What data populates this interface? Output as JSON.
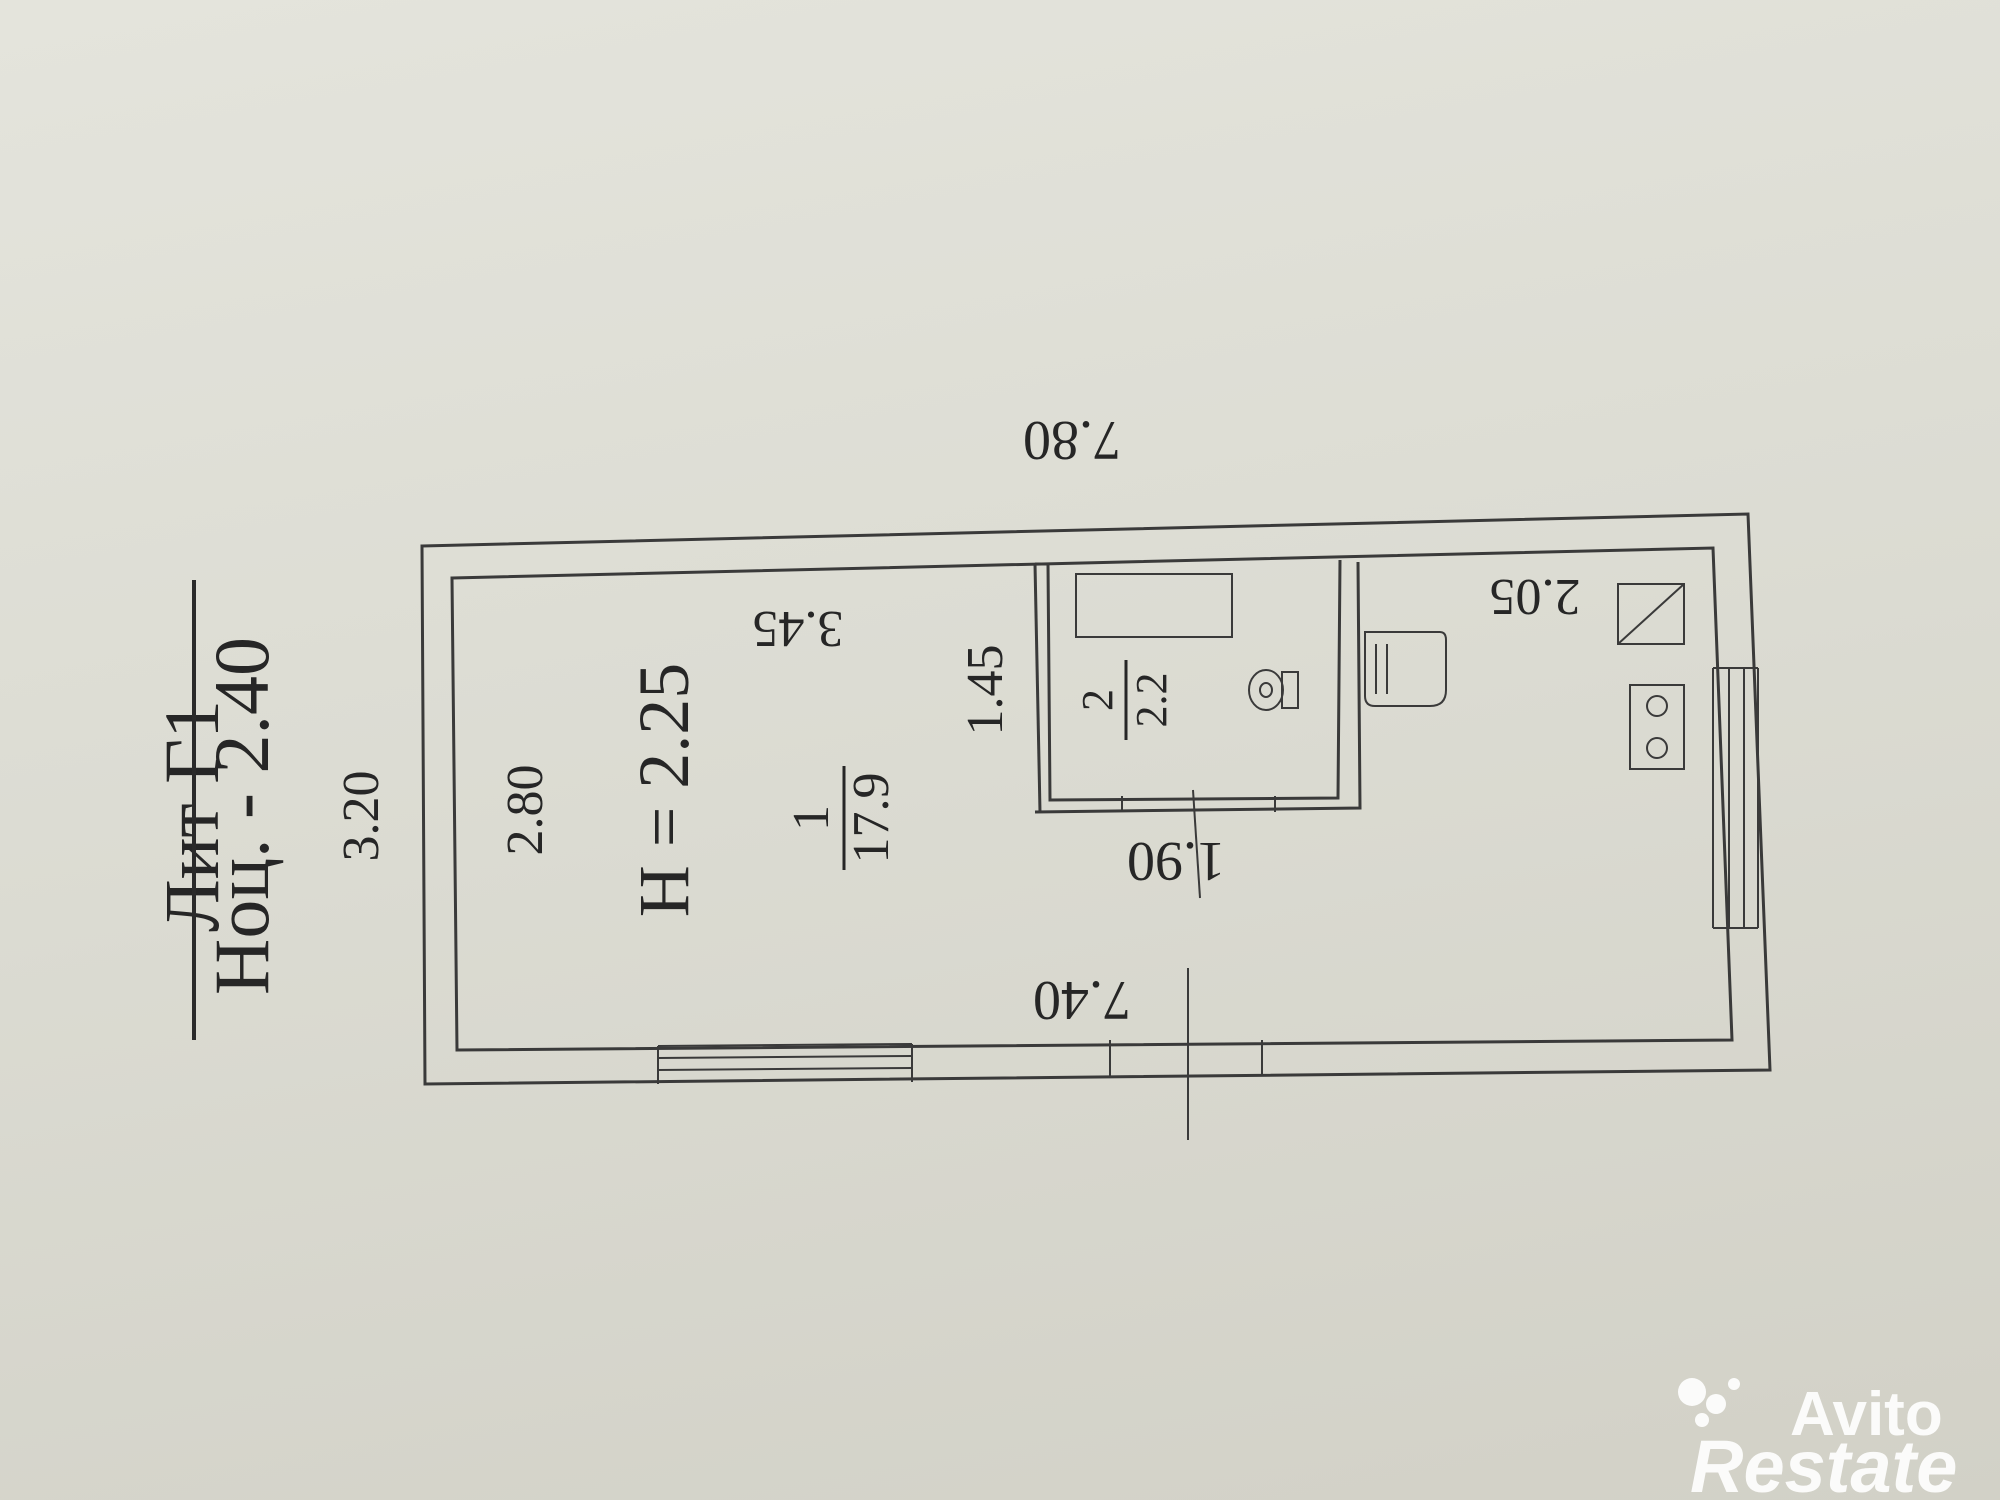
{
  "title": {
    "lit": "Лит Г1",
    "level": "Ноц. - 2.40"
  },
  "dimensions": {
    "outer_width": "3.20",
    "outer_length_top": "7.80",
    "inner_length": "7.40",
    "room_width": "2.80",
    "room_segment": "3.45",
    "bath_width": "1.45",
    "bath_length": "1.90",
    "kitchen_segment": "2.05"
  },
  "rooms": [
    {
      "number": "1",
      "area": "17.9"
    },
    {
      "number": "2",
      "area": "2.2"
    }
  ],
  "ceiling_height": "H = 2.25",
  "watermark": {
    "line1": "Avito",
    "line2": "Restate"
  },
  "colors": {
    "paper": "#dcdcd4",
    "ink": "#3a3a3a",
    "watermark": "#ffffff"
  }
}
